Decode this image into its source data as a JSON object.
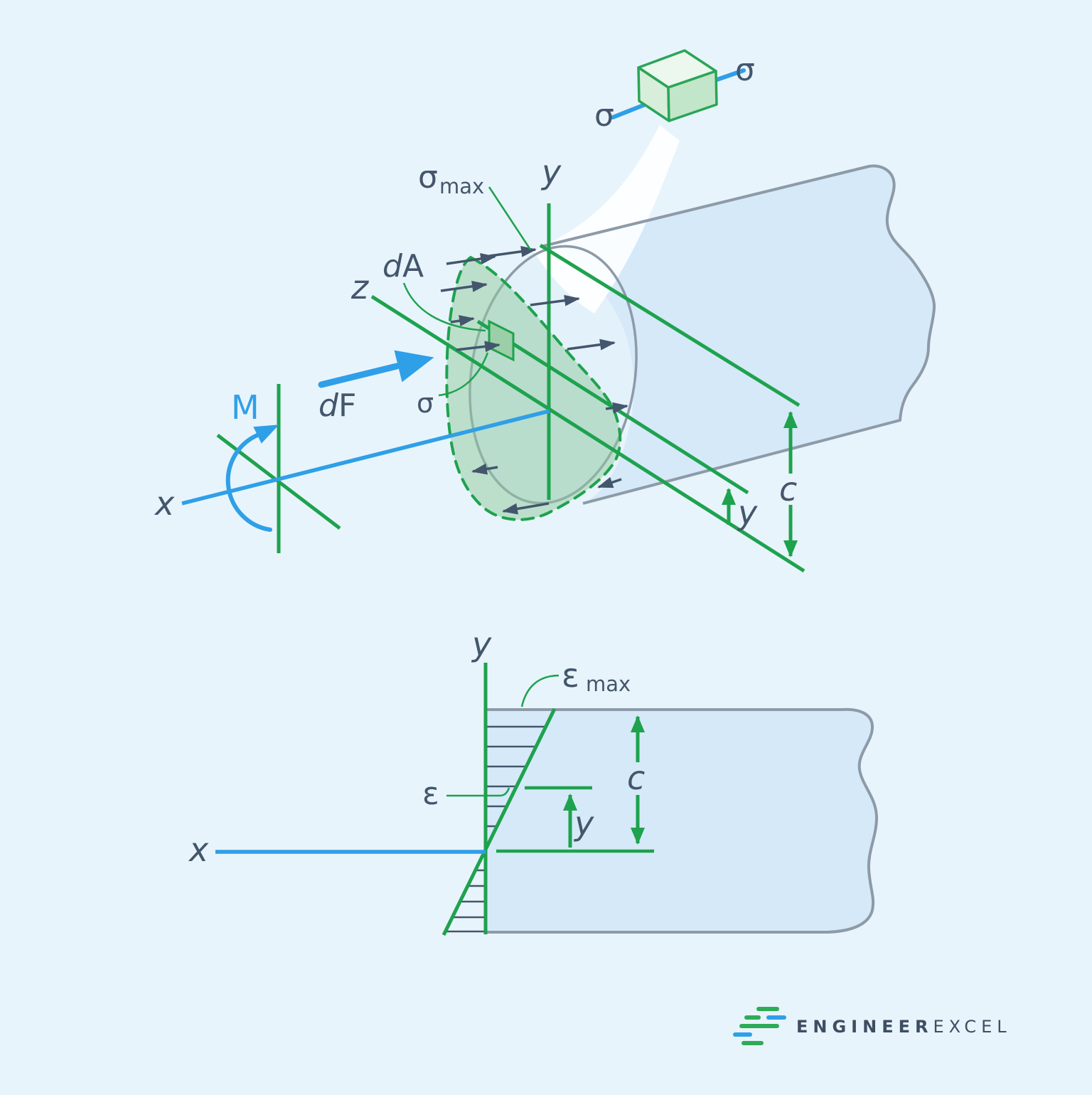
{
  "colors": {
    "background": "#e8f4fb",
    "beam_fill": "#d6e9f8",
    "section_face": "#e3f1fa",
    "outline_gray": "#8d9aa8",
    "green": "#1ea24e",
    "blue": "#2f9fe8",
    "navy": "#44566c",
    "blob_green": "#8fca9d",
    "logo_navy": "#3d4e63"
  },
  "top_diagram": {
    "labels": {
      "sigma_left": "σ",
      "sigma_right": "σ",
      "sigma_max": "σ",
      "sigma_max_sub": "max",
      "y_axis": "y",
      "z_axis": "z",
      "x_axis": "x",
      "moment": "M",
      "force_d": "d",
      "force_F": "F",
      "area_d": "d",
      "area_A": "A",
      "sigma_small": "σ",
      "dim_c": "c",
      "dim_y": "y"
    }
  },
  "bottom_diagram": {
    "labels": {
      "y_axis": "y",
      "epsilon_max": "ε",
      "epsilon_max_sub": "max",
      "epsilon": "ε",
      "dim_c": "c",
      "dim_y": "y",
      "x_axis": "x"
    }
  },
  "logo": {
    "brand_bold": "ENGINEER",
    "brand_light": "EXCEL"
  }
}
